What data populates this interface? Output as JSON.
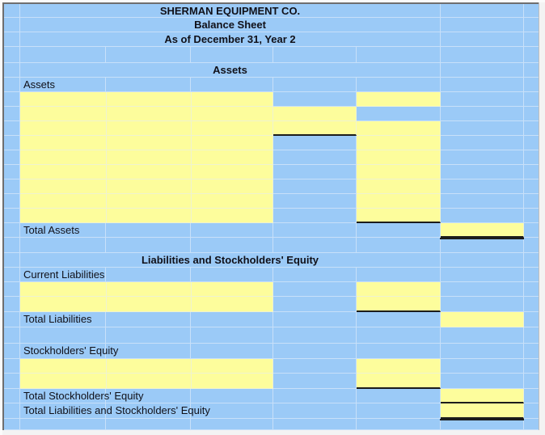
{
  "window": {
    "title": "Balance Sheet worksheet"
  },
  "colors": {
    "sheet_bg": "#9BCAF7",
    "input_fill": "#FDFD9C",
    "grid_on_blue": "#C8E0F9",
    "grid_on_yellow": "#EFF3D0",
    "underline": "#1C1C1C",
    "frame_border": "#6F6F6F",
    "text": "#101018"
  },
  "title": {
    "line1": "SHERMAN EQUIPMENT CO.",
    "line2": "Balance Sheet",
    "line3": "As of December 31, Year 2"
  },
  "sections": {
    "assets": {
      "heading": "Assets",
      "row_label": "Assets",
      "total_label": "Total Assets"
    },
    "liabilities_equity": {
      "heading": "Liabilities and Stockholders' Equity",
      "current_liabilities_label": "Current Liabilities",
      "total_liabilities_label": "Total Liabilities",
      "stockholders_equity_label": "Stockholders' Equity",
      "total_stockholders_equity_label": "Total Stockholders' Equity",
      "total_combined_label": "Total Liabilities and Stockholders' Equity"
    }
  }
}
